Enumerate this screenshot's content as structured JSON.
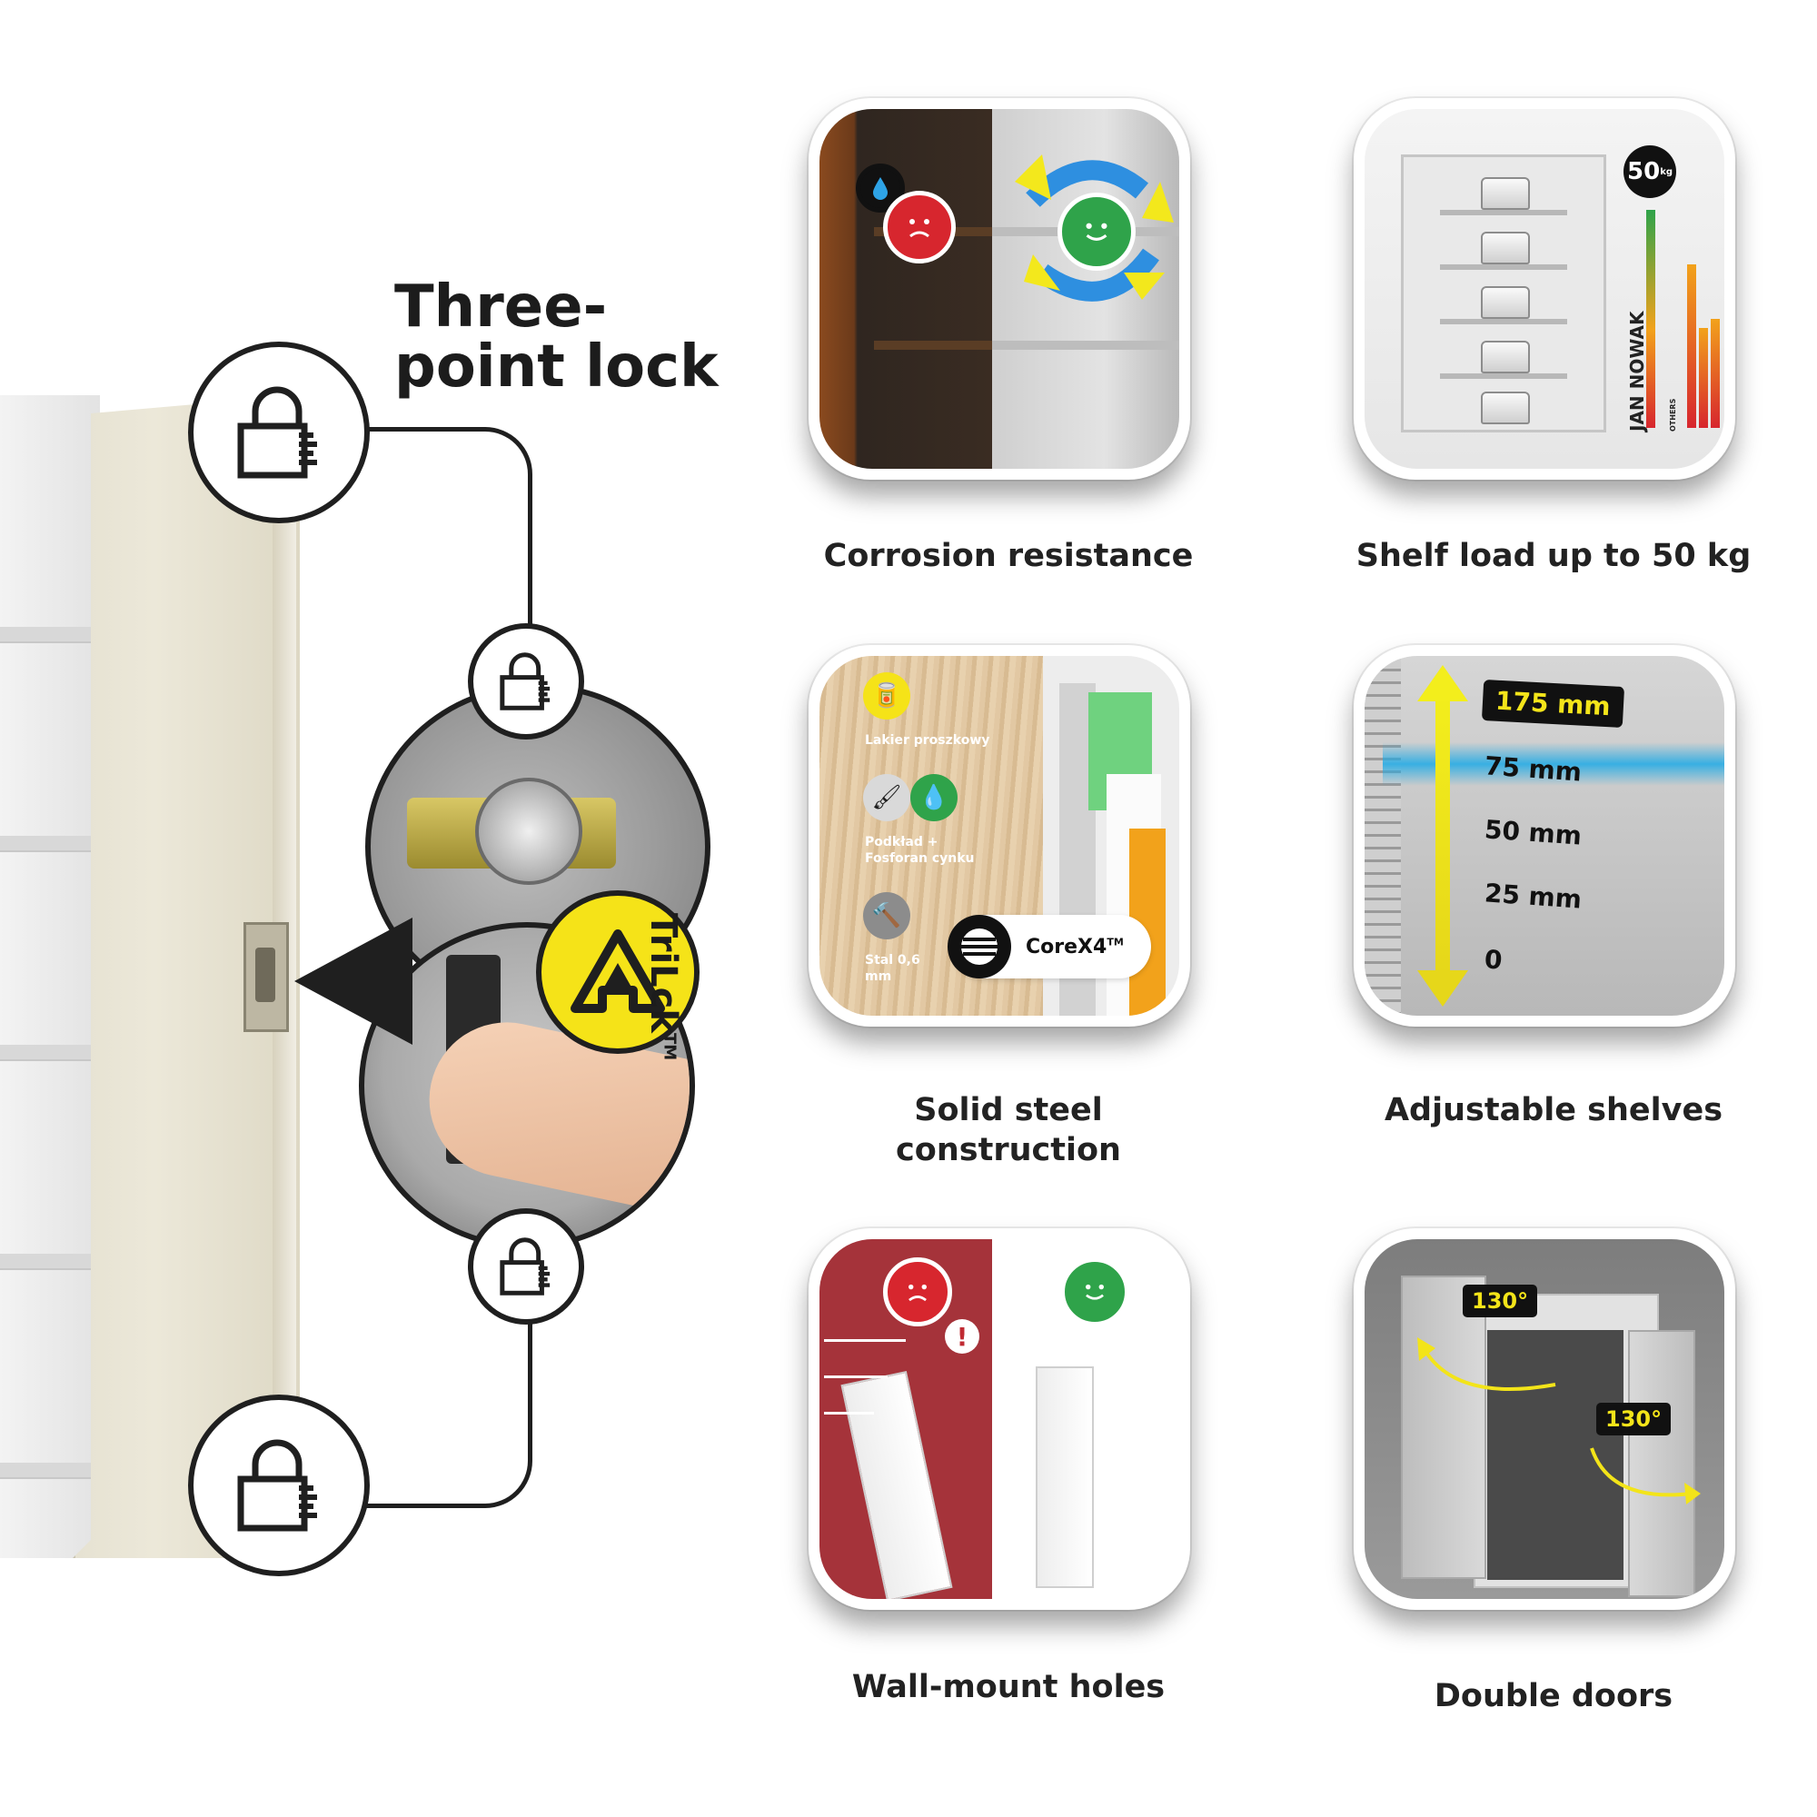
{
  "lock_section": {
    "title": "Three-point lock",
    "trilock_label": "TriLck",
    "trilock_tm": "TM"
  },
  "features": [
    {
      "caption": "Corrosion resistance"
    },
    {
      "caption": "Shelf load up to 50 kg",
      "badge_value": "50",
      "badge_unit": "kg",
      "brand_label": "JAN NOWAK",
      "others_label": "OTHERS"
    },
    {
      "caption": "Solid steel construction",
      "layers": [
        {
          "label": "Lakier proszkowy"
        },
        {
          "label": "Podkład + Fosforan cynku"
        },
        {
          "label": "Stal 0,6 mm"
        }
      ],
      "technology": "CoreX4",
      "technology_tm": "TM"
    },
    {
      "caption": "Adjustable shelves",
      "steps": [
        "175 mm",
        "75 mm",
        "50 mm",
        "25 mm",
        "0"
      ]
    },
    {
      "caption": "Wall-mount holes",
      "warning_mark": "!"
    },
    {
      "caption": "Double doors",
      "angle_left": "130°",
      "angle_right": "130°"
    }
  ],
  "colors": {
    "accent_yellow": "#f5e318",
    "sad_red": "#d7262e",
    "happy_green": "#2fa34a",
    "ink": "#1f1f1f"
  },
  "icons": [
    "padlock-icon",
    "trilock-logo-icon",
    "water-drop-icon",
    "sad-face-icon",
    "happy-face-icon",
    "weight-icon",
    "spray-can-icon",
    "brush-icon",
    "steel-icon",
    "corex4-logo-icon",
    "arrow-up-down-icon",
    "door-swing-arrow-icon"
  ]
}
